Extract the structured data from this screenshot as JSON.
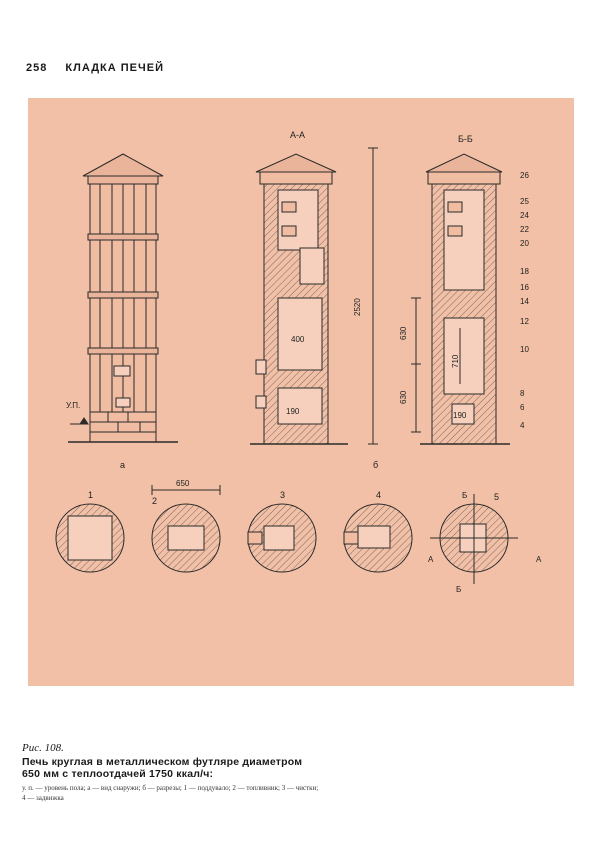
{
  "header": {
    "page_number": "258",
    "section_title": "КЛАДКА ПЕЧЕЙ"
  },
  "figure": {
    "view_labels": {
      "exterior": "а",
      "sections": "б"
    },
    "section_titles": {
      "aa": "А-А",
      "bb": "Б-Б"
    },
    "floor_label": "У.П.",
    "dimensions": {
      "total_height": "2520",
      "firebox_width": "400",
      "ash_opening": "190",
      "ash_opening_b": "190",
      "upper_630": "630",
      "lower_630": "630",
      "inner_710": "710",
      "plan_diameter": "650"
    },
    "row_labels": [
      "26",
      "25",
      "24",
      "22",
      "20",
      "18",
      "16",
      "14",
      "12",
      "10",
      "8",
      "6",
      "4"
    ],
    "plan_numbers": [
      "1",
      "2",
      "3",
      "4",
      "5"
    ],
    "plan5_marks": {
      "b_top": "Б",
      "b_bottom": "Б",
      "a_left": "А",
      "a_right": "А"
    }
  },
  "caption": {
    "fig_number": "Рис. 108.",
    "title": "Печь круглая в металлическом футляре диаметром 650 мм с теплоотдачей 1750 ккал/ч:",
    "legend": "у. п. — уровень пола; а — вид снаружи; б — разрезы; 1 — поддувало; 2 — топливник; 3 — чистки; 4 — задвижка"
  },
  "colors": {
    "plate_background": "#f2c0a6",
    "line": "#2a2a2a"
  }
}
